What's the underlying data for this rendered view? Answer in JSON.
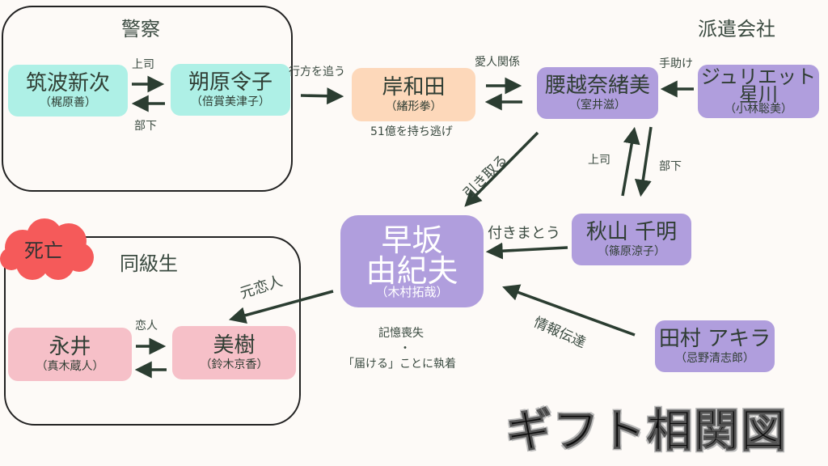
{
  "title": "ギフト相関図",
  "groups": {
    "police": "警察",
    "dispatch": "派遣会社",
    "classmates": "同級生",
    "dead_badge": "死亡"
  },
  "nodes": {
    "tsukuba": {
      "name": "筑波新次",
      "actor": "（梶原善）"
    },
    "sakuhara": {
      "name": "朔原令子",
      "actor": "（倍賞美津子）"
    },
    "kishiwada": {
      "name": "岸和田",
      "actor": "（緒形拳）"
    },
    "koshigoe": {
      "name": "腰越奈緒美",
      "actor": "（室井滋）"
    },
    "juliet": {
      "name": "ジュリエット",
      "name2": "星川",
      "actor": "（小林聡美）"
    },
    "akiyama": {
      "name": "秋山 千明",
      "actor": "（篠原涼子）"
    },
    "hayasaka": {
      "name": "早坂",
      "name2": "由紀夫",
      "actor": "（木村拓哉）"
    },
    "tamura": {
      "name": "田村 アキラ",
      "actor": "（忌野清志郎）"
    },
    "nagai": {
      "name": "永井",
      "actor": "（真木蔵人）"
    },
    "miki": {
      "name": "美樹",
      "actor": "（鈴木京香）"
    }
  },
  "relations": {
    "boss_1": "上司",
    "sub_1": "部下",
    "chase": "行方を追う",
    "embezzle": "51億を持ち逃げ",
    "lover_rel": "愛人関係",
    "help": "手助け",
    "take_in": "引き取る",
    "boss_2": "上司",
    "sub_2": "部下",
    "stalk": "付きまとう",
    "info": "情報伝達",
    "ex": "元恋人",
    "lover": "恋人",
    "amnesia": "記憶喪失",
    "dot": "・",
    "obsession": "「届ける」ことに執着"
  },
  "colors": {
    "police": "#aef0e6",
    "kishiwada": "#fdd8ba",
    "purple": "#b09edd",
    "pink": "#f6c0c8",
    "arrow": "#2b3d31",
    "dead": "#f55a5a"
  }
}
